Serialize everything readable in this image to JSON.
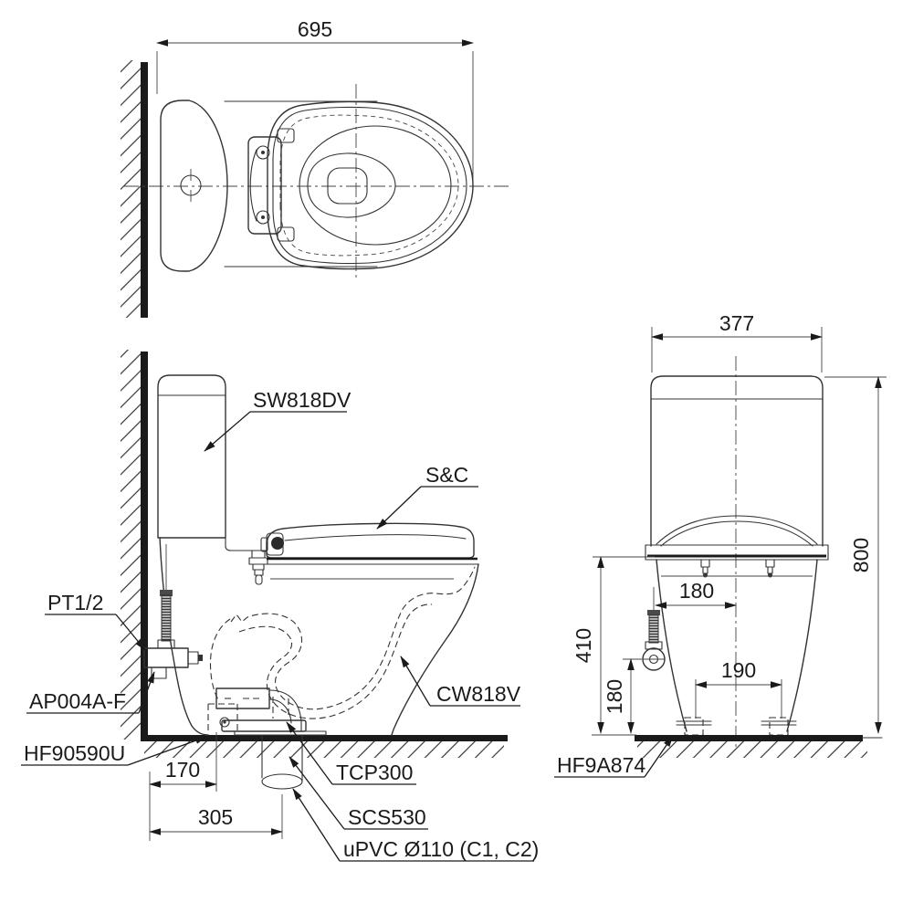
{
  "drawing": {
    "title": "Two-piece toilet installation drawing",
    "views": {
      "top": {
        "dims": {
          "overall_depth": "695"
        }
      },
      "side": {
        "labels": {
          "cistern": "SW818DV",
          "seat": "S&C",
          "inlet_thread": "PT1/2",
          "angle_valve": "AP004A-F",
          "floor_fixing": "HF90590U",
          "bowl": "CW818V",
          "flange": "TCP300",
          "connector": "SCS530",
          "drain_pipe": "uPVC Ø110 (C1, C2)"
        },
        "dims": {
          "wall_to_fixing": "170",
          "wall_to_outlet": "305"
        }
      },
      "front": {
        "labels": {
          "fixing_kit": "HF9A874"
        },
        "dims": {
          "tank_width": "377",
          "overall_height": "800",
          "valve_height": "410",
          "valve_offset": "180",
          "valve_floor_height": "180",
          "bolt_spacing": "190"
        }
      }
    }
  }
}
